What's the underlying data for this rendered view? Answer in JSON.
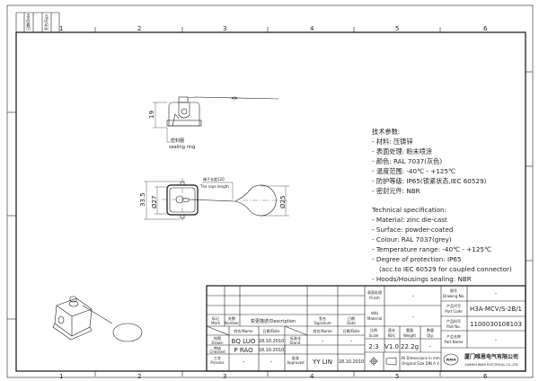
{
  "frame": {
    "column_numbers": [
      "1",
      "2",
      "3",
      "4",
      "5",
      "6"
    ],
    "header_cells": [
      "日期/Date",
      "签名/Sign"
    ]
  },
  "drawing": {
    "sealing_ring_cn": "密封圈",
    "sealing_ring_en": "sealing ring",
    "dim_height": "19",
    "dim_width": "33.5",
    "dim_inner": "Ø27",
    "dim_ring": "Ø25",
    "rope_cn": "绳子长度120",
    "rope_en": "The rope length"
  },
  "spec": {
    "cn_title": "技术参数:",
    "cn_lines": [
      "- 材料: 压铸锌",
      "- 表面处理: 粉末喷涂",
      "- 颜色: RAL 7037(灰色)",
      "- 温度范围: -40℃ - +125℃",
      "- 防护等级: IP65(锁紧状态,IEC 60529)",
      "- 密封元件: NBR"
    ],
    "en_title": "Technical specification:",
    "en_lines": [
      "- Material: zinc die-cast",
      "- Surface: powder-coated",
      "- Colour: RAL 7037(grey)",
      "- Temperature range: -40℃ - +125℃",
      "- Degree of protection: IP65",
      "  (acc.to IEC 60529 for coupled connector)",
      "- Hoods/Housings sealing: NBR"
    ]
  },
  "title_block": {
    "mark": [
      "标记",
      "Mark"
    ],
    "number": [
      "处数",
      "Number"
    ],
    "description": "变更描述/Description",
    "signature": [
      "签名",
      "Signature"
    ],
    "date": [
      "日期",
      "Date"
    ],
    "name_hdr": "姓名/Name",
    "date_hdr": "日期/Date",
    "drawn": [
      "绘图",
      "Drawn"
    ],
    "drawn_name": "BQ LUO",
    "drawn_date": "18.10.2010",
    "stand": [
      "标准化",
      "Stand."
    ],
    "stand_name": "–",
    "stand_date": "–",
    "checked": [
      "审核",
      "Checked"
    ],
    "checked_name": "P RAO",
    "checked_date": "18.10.2010",
    "process": [
      "工艺",
      "Process"
    ],
    "process_name": "–",
    "process_date": "–",
    "approved": [
      "批准",
      "Approved"
    ],
    "approved_name": "YY LIN",
    "approved_date": "18.10.2010",
    "finish": [
      "表面处理",
      "Finish"
    ],
    "finish_value": "–",
    "material": [
      "材料",
      "Material"
    ],
    "material_value": "–",
    "scale": [
      "比例",
      "Scale"
    ],
    "scale_value": "2:3",
    "rev": [
      "版本",
      "REV."
    ],
    "rev_value": "V1.0",
    "weight": [
      "重量",
      "Weight"
    ],
    "weight_value": "22.2g",
    "qty": [
      "数量",
      "Qty."
    ],
    "qty_value": "–",
    "dimensions_note": [
      "All Dimensions in mm",
      "Original Size DIN A 4"
    ],
    "drawing_no": [
      "图号",
      "Drawing No."
    ],
    "drawing_no_value": "–",
    "part_code": [
      "产品代号",
      "Part Code"
    ],
    "part_code_value": "H3A-MCV/S-2B/1",
    "part_no": [
      "产品料号",
      "Part No."
    ],
    "part_no_value": "1100030108103",
    "part_name": [
      "产品名称",
      "Part Name"
    ],
    "part_name_value": "–",
    "logo_text": "WAIN",
    "company_cn": "厦门唯恩电气有限公司",
    "company_en": "XIAMEN WAIN ELECTRICAL CO.,LTD"
  }
}
